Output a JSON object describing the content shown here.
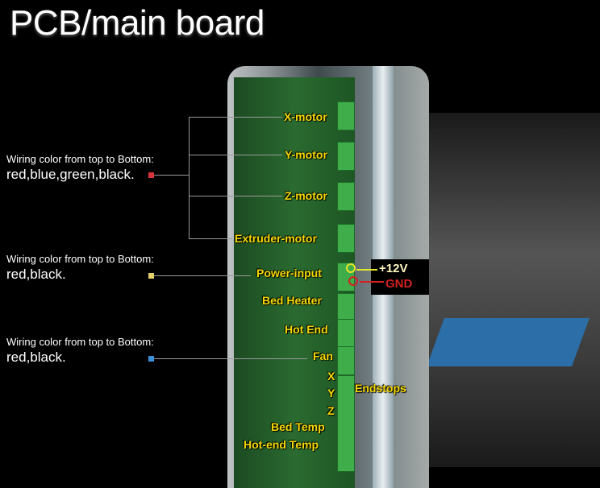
{
  "title": "PCB/main board",
  "notes": [
    {
      "line1": "Wiring color from top to Bottom:",
      "line2": "red,blue,green,black.",
      "color": "#d8323a"
    },
    {
      "line1": "Wiring color from top to Bottom:",
      "line2": "red,black.",
      "color": "#e6d06a"
    },
    {
      "line1": "Wiring color from top to Bottom:",
      "line2": "red,black.",
      "color": "#3a8fd8"
    }
  ],
  "board_labels": {
    "x_motor": "X-motor",
    "y_motor": "Y-motor",
    "z_motor": "Z-motor",
    "extruder_motor": "Extruder-motor",
    "power_input": "Power-input",
    "bed_heater": "Bed Heater",
    "hot_end": "Hot End",
    "fan": "Fan",
    "x": "X",
    "y": "Y",
    "z": "Z",
    "endstops": "Endstops",
    "bed_temp": "Bed Temp",
    "hotend_temp": "Hot-end Temp"
  },
  "power": {
    "plus": "+12V",
    "gnd": "GND"
  }
}
